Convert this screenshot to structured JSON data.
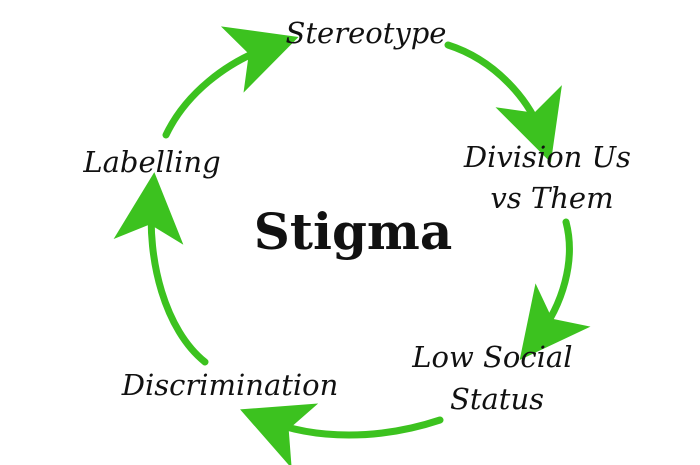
{
  "diagram": {
    "center": "Stigma",
    "stages": [
      {
        "lines": [
          "Stereotype"
        ]
      },
      {
        "lines": [
          "Division Us",
          "vs Them"
        ]
      },
      {
        "lines": [
          "Low Social",
          "Status"
        ]
      },
      {
        "lines": [
          "Discrimination"
        ]
      },
      {
        "lines": [
          "Labelling"
        ]
      }
    ]
  },
  "colors": {
    "arrow": "#3cc21f",
    "text": "#111111",
    "background": "#ffffff"
  }
}
